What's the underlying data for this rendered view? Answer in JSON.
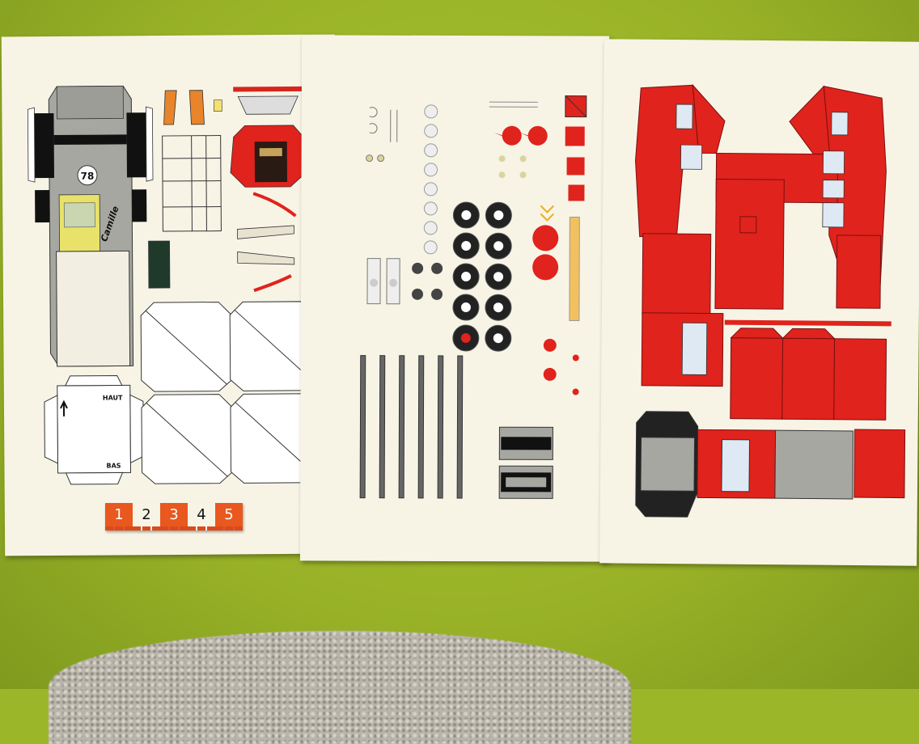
{
  "scene": {
    "description_tokens": [
      "paper-model-sheets"
    ],
    "labels": {
      "car_number": "78",
      "car_name": "Camille",
      "box_top": "HAUT",
      "box_bottom": "BAS"
    },
    "number_strip": [
      "1",
      "2",
      "3",
      "4",
      "5"
    ]
  },
  "colors": {
    "table_green": "#9cb62a",
    "paper": "#f7f4e6",
    "model_red": "#e0231c",
    "model_grey": "#a7a7a2",
    "strip_orange": "#e8581f"
  }
}
